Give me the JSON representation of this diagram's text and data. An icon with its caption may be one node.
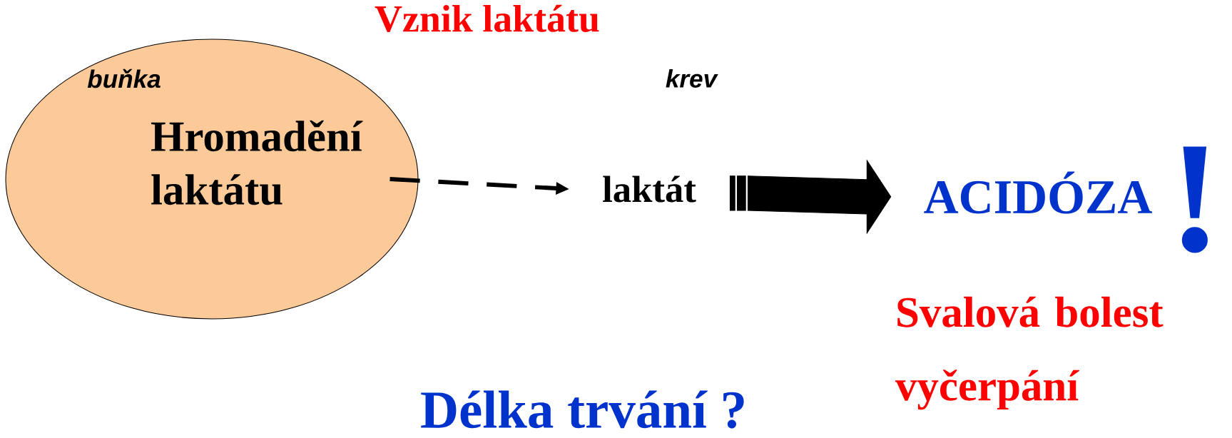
{
  "diagram": {
    "nodes": [
      {
        "text": [
          "buňka",
          "Hromadění laktátu"
        ]
      },
      {
        "text": [
          "laktát"
        ]
      },
      {
        "text": [
          "ACIDÓZA",
          "!"
        ]
      }
    ],
    "edges": [
      {
        "from": 0,
        "to": 1,
        "arrow": "to",
        "style": "dashed"
      },
      {
        "from": 1,
        "to": 2,
        "arrow": "to"
      }
    ],
    "labels": [
      "Vznik laktátu",
      "krev",
      "Svalová bolest vyčerpání",
      "Délka trvání ?"
    ]
  }
}
